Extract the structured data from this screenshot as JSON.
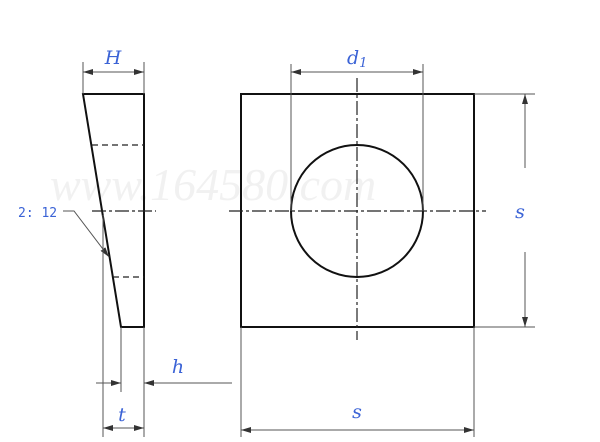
{
  "watermark": "www.164580.com",
  "side_view": {
    "dim_H": "H",
    "dim_h": "h",
    "dim_t": "t",
    "taper_note": "2: 12"
  },
  "front_view": {
    "dim_d1": "d",
    "dim_d1_sub": "1",
    "dim_s_right": "s",
    "dim_s_bottom": "s"
  }
}
